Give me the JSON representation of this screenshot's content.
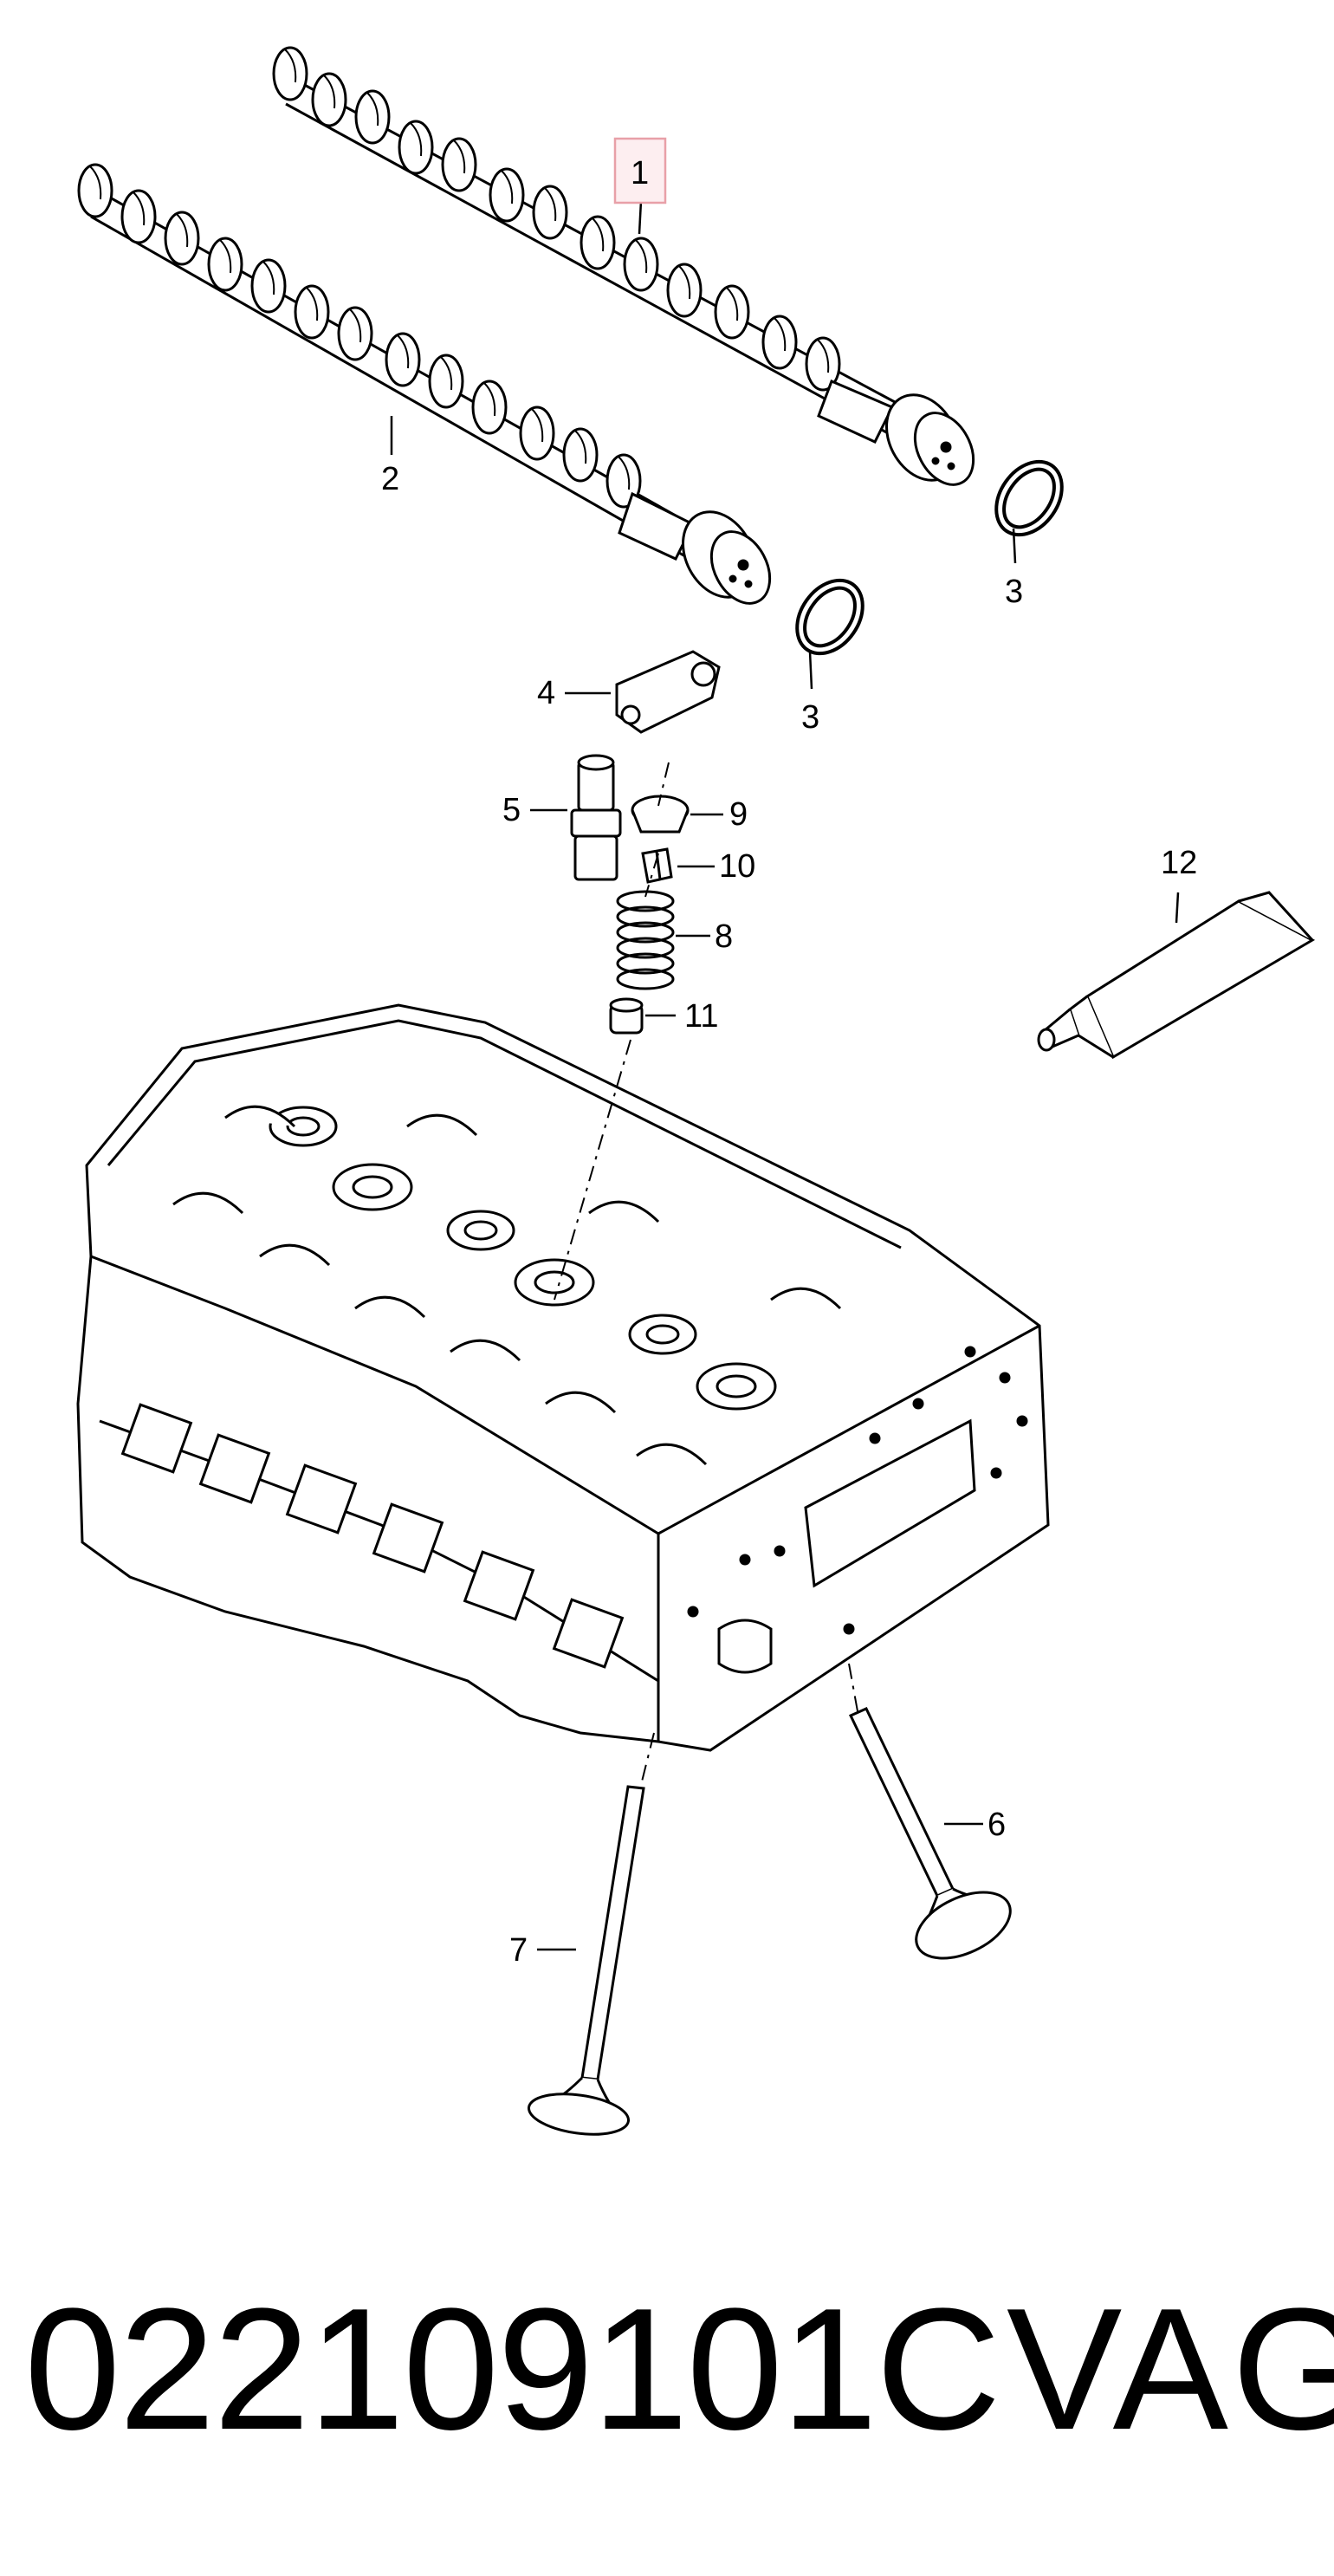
{
  "callouts": {
    "c1": "1",
    "c2": "2",
    "c3a": "3",
    "c3b": "3",
    "c4": "4",
    "c5": "5",
    "c6": "6",
    "c7": "7",
    "c8": "8",
    "c9": "9",
    "c10": "10",
    "c11": "11",
    "c12": "12"
  },
  "highlight_color": "#e8a0a8",
  "footer": {
    "part_number": "022109101C",
    "brand": "VAG"
  }
}
